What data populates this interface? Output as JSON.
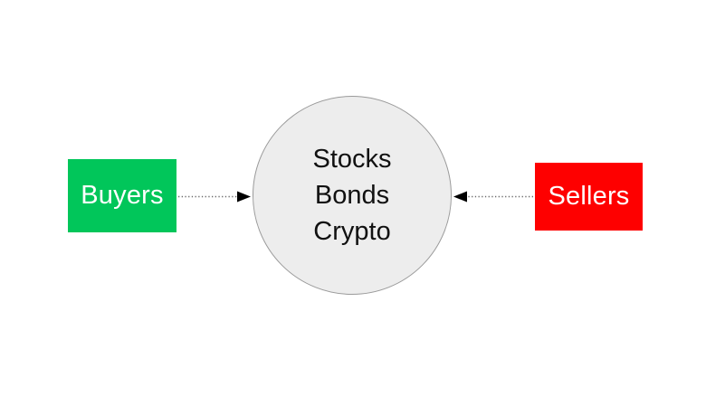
{
  "diagram": {
    "title": "Market participants flow diagram",
    "background_color": "#ffffff",
    "nodes": {
      "buyers": {
        "label": "Buyers",
        "shape": "rectangle",
        "fill_color": "#01c65a",
        "text_color": "#ffffff"
      },
      "sellers": {
        "label": "Sellers",
        "shape": "rectangle",
        "fill_color": "#fe0000",
        "text_color": "#ffffff"
      },
      "market": {
        "shape": "circle",
        "fill_color": "#ededed",
        "border_color": "#9a9a9a",
        "text_color": "#111111",
        "lines": [
          "Stocks",
          "Bonds",
          "Crypto"
        ]
      }
    },
    "edges": [
      {
        "id": "buyers-to-market",
        "from": "buyers",
        "to": "market",
        "style": "dotted",
        "arrowhead": "filled-triangle",
        "direction": "right",
        "label": "",
        "color": "#6a6a6a"
      },
      {
        "id": "sellers-to-market",
        "from": "sellers",
        "to": "market",
        "style": "dotted",
        "arrowhead": "filled-triangle",
        "direction": "left",
        "label": "",
        "color": "#6a6a6a"
      }
    ]
  }
}
